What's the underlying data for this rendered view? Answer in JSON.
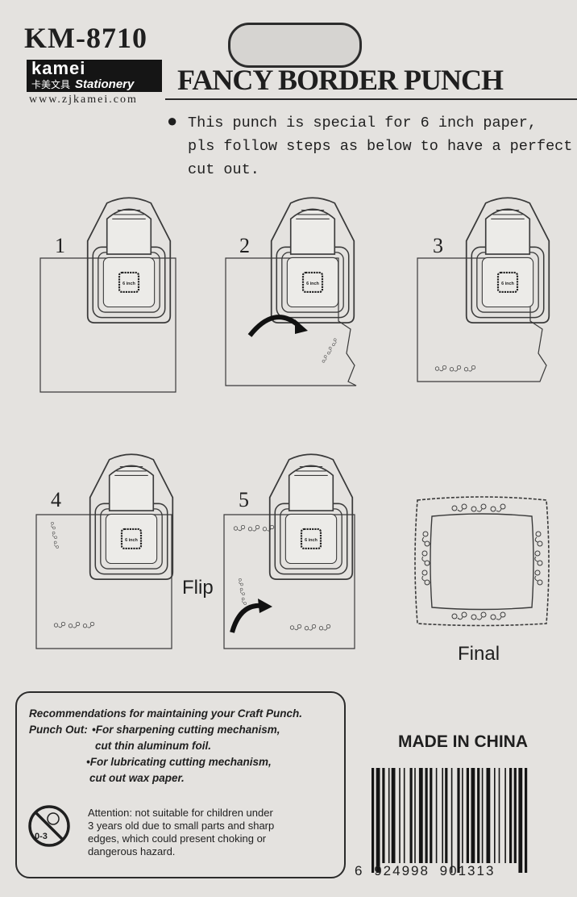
{
  "header": {
    "model": "KM-8710",
    "logo_main": "kamei",
    "logo_cn": "卡美文具",
    "logo_sub": "Stationery",
    "website": "www.zjkamei.com",
    "title": "FANCY BORDER PUNCH"
  },
  "instructions": {
    "line1": "This punch is special for 6 inch paper,",
    "line2": "pls follow steps as below to have a perfect",
    "line3": "cut out."
  },
  "steps": [
    "1",
    "2",
    "3",
    "4",
    "5"
  ],
  "punch_label": "6 inch",
  "flip_label": "Flip",
  "final_label": "Final",
  "recommendations": {
    "title": "Recommendations for maintaining your Craft Punch.",
    "punch_out": "Punch Out:",
    "item1_a": "•For sharpening cutting mechanism,",
    "item1_b": "cut thin aluminum foil.",
    "item2_a": "•For lubricating cutting mechanism,",
    "item2_b": "cut out wax paper.",
    "age_label": "0-3",
    "attention_1": "Attention: not suitable for children under",
    "attention_2": "3 years old due to small parts and sharp",
    "attention_3": "edges, which could present choking or",
    "attention_4": "dangerous hazard."
  },
  "made_in": "MADE IN CHINA",
  "barcode": {
    "digits_lead": "6",
    "digits_left": "924998",
    "digits_right": "901313"
  }
}
